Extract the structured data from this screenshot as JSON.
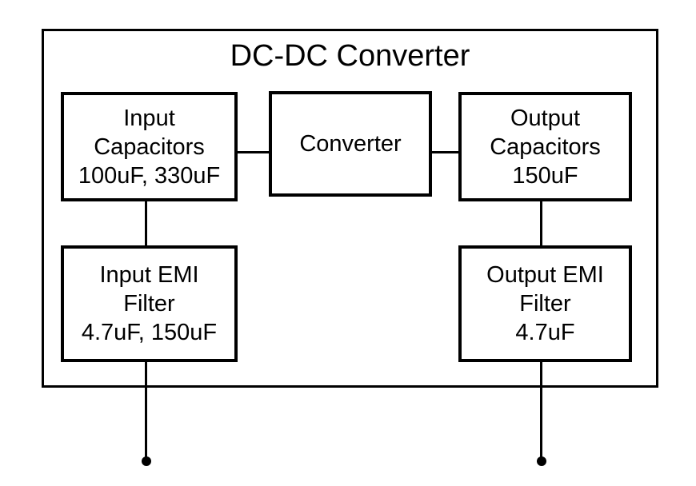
{
  "diagram": {
    "title": "DC-DC Converter",
    "blocks": {
      "input_capacitors": {
        "line1": "Input",
        "line2": "Capacitors",
        "line3": "100uF, 330uF"
      },
      "converter": {
        "line1": "Converter"
      },
      "output_capacitors": {
        "line1": "Output",
        "line2": "Capacitors",
        "line3": "150uF"
      },
      "input_emi_filter": {
        "line1": "Input EMI",
        "line2": "Filter",
        "line3": "4.7uF, 150uF"
      },
      "output_emi_filter": {
        "line1": "Output EMI",
        "line2": "Filter",
        "line3": "4.7uF"
      }
    },
    "connections": [
      {
        "from": "input_capacitors",
        "to": "converter"
      },
      {
        "from": "converter",
        "to": "output_capacitors"
      },
      {
        "from": "input_capacitors",
        "to": "input_emi_filter"
      },
      {
        "from": "output_capacitors",
        "to": "output_emi_filter"
      },
      {
        "from": "input_emi_filter",
        "to": "input_terminal_dot"
      },
      {
        "from": "output_emi_filter",
        "to": "output_terminal_dot"
      }
    ],
    "colors": {
      "line": "#000000",
      "text": "#000000",
      "background": "#ffffff"
    }
  }
}
